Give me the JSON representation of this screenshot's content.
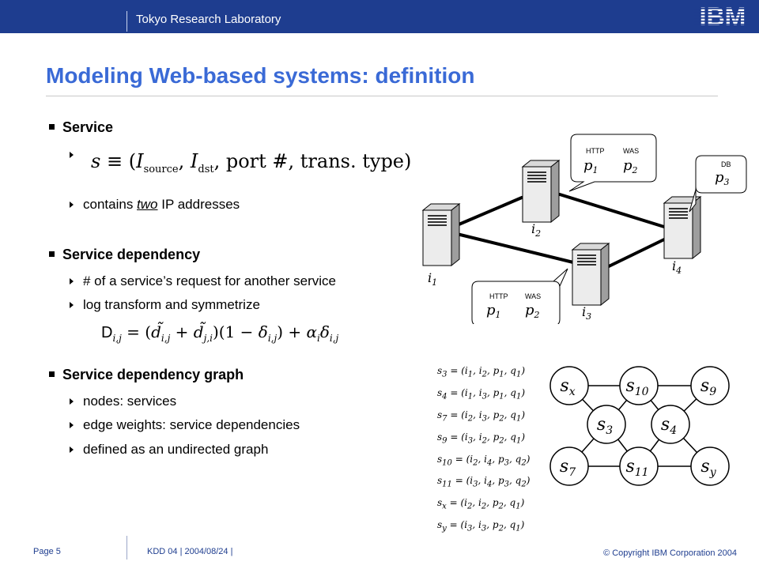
{
  "header": {
    "lab_name": "Tokyo Research Laboratory",
    "logo_text": "IBM"
  },
  "slide": {
    "title": "Modeling Web-based systems: definition"
  },
  "service": {
    "heading": "Service",
    "formula": "s ≡ (I_source, I_dst, port #, trans. type)",
    "formula_parts": {
      "s": "s",
      "eq": "≡ (",
      "I": "I",
      "src": "source",
      "dst": "dst",
      "rest": ", port #, trans. type)"
    },
    "note_prefix": "contains ",
    "note_emph": "two",
    "note_suffix": " IP addresses"
  },
  "dependency": {
    "heading": "Service dependency",
    "items": [
      "# of a service’s request for another service",
      "log transform and symmetrize"
    ],
    "formula": "D_{i,j} = (d̃_{i,j} + d̃_{j,i})(1 − δ_{i,j}) + α_i δ_{i,j}"
  },
  "graph": {
    "heading": "Service dependency graph",
    "items": [
      "nodes: services",
      "edge weights: service dependencies",
      "defined as an undirected graph"
    ]
  },
  "network_diagram": {
    "hosts": [
      "i1",
      "i2",
      "i3",
      "i4"
    ],
    "callouts": [
      {
        "labels": [
          "HTTP",
          "WAS"
        ],
        "processes": [
          "p1",
          "p2"
        ]
      },
      {
        "labels": [
          "DB"
        ],
        "processes": [
          "p3"
        ]
      },
      {
        "labels": [
          "HTTP",
          "WAS"
        ],
        "processes": [
          "p1",
          "p2"
        ]
      }
    ]
  },
  "service_definitions": [
    "s3 = (i1, i2, p1, q1)",
    "s4 = (i1, i3, p1, q1)",
    "s7 = (i2, i3, p2, q1)",
    "s9 = (i3, i2, p2, q1)",
    "s10 = (i2, i4, p3, q2)",
    "s11 = (i3, i4, p3, q2)",
    "sx = (i2, i2, p2, q1)",
    "sy = (i3, i3, p2, q1)"
  ],
  "graph_nodes": [
    "sx",
    "s10",
    "s9",
    "s3",
    "s4",
    "s7",
    "s11",
    "sy"
  ],
  "footer": {
    "page": "Page 5",
    "conference": "KDD 04 | 2004/08/24 |",
    "copyright": "© Copyright IBM Corporation 2004"
  },
  "colors": {
    "header_bg": "#1e3d8f",
    "title": "#3a6ad6",
    "footer_text": "#1e3d8f"
  }
}
